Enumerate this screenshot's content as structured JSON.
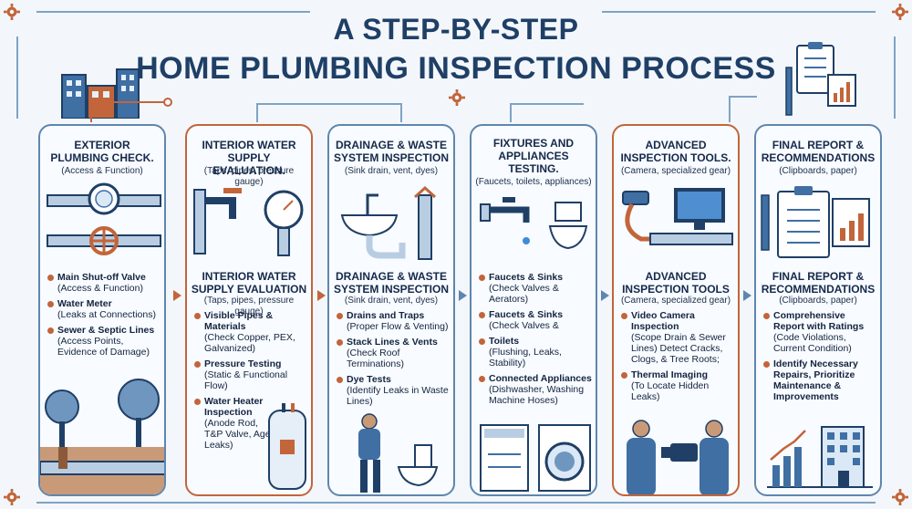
{
  "title": {
    "line1": "A STEP-BY-STEP",
    "line2": "HOME PLUMBING INSPECTION PROCESS"
  },
  "colors": {
    "primary_blue": "#1f3f66",
    "frame_blue": "#5f86ad",
    "accent_orange": "#c2653a",
    "background": "#f3f7fb"
  },
  "steps": [
    {
      "title": "EXTERIOR PLUMBING CHECK.",
      "subtitle": "(Access & Function)",
      "illustration": "water-meter-valve-pipes-icon",
      "border": "blue",
      "items": [
        {
          "name": "Main Shut-off Valve",
          "desc": "(Access & Function)"
        },
        {
          "name": "Water Meter",
          "desc": "(Leaks at Connections)"
        },
        {
          "name": "Sewer & Septic Lines",
          "desc": "(Access Points, Evidence of Damage)"
        }
      ],
      "bottom_illustration": "trees-underground-pipe-icon"
    },
    {
      "title": "INTERIOR WATER SUPPLY EVALUATION.",
      "subtitle": "(Taps, pipes, pressure gauge)",
      "illustration": "tap-pressure-gauge-icon",
      "border": "orange",
      "heading2": "INTERIOR WATER SUPPLY EVALUATION",
      "subtitle2": "(Taps, pipes, pressure gauge)",
      "items": [
        {
          "name": "Visible Pipes & Materials",
          "desc": "(Check Copper, PEX, Galvanized)"
        },
        {
          "name": "Pressure Testing",
          "desc": "(Static & Functional Flow)"
        },
        {
          "name": "Water Heater Inspection",
          "desc": "(Anode Rod, T&P Valve, Age, Leaks)"
        }
      ],
      "bottom_illustration": "water-heater-icon"
    },
    {
      "title": "DRAINAGE & WASTE SYSTEM INSPECTION",
      "subtitle": "(Sink drain, vent, dyes)",
      "illustration": "sink-drain-vent-icon",
      "border": "blue",
      "heading2": "DRAINAGE & WASTE SYSTEM INSPECTION",
      "subtitle2": "(Sink drain, vent, dyes)",
      "items": [
        {
          "name": "Drains and Traps",
          "desc": "(Proper Flow & Venting)"
        },
        {
          "name": "Stack Lines & Vents",
          "desc": "(Check Roof Terminations)"
        },
        {
          "name": "Dye Tests",
          "desc": "(Identify Leaks in Waste Lines)"
        }
      ],
      "bottom_illustration": "plumber-toilet-dye-icon"
    },
    {
      "title": "FIXTURES AND APPLIANCES TESTING.",
      "subtitle": "(Faucets, toilets, appliances)",
      "illustration": "faucet-toilet-icon",
      "border": "blue",
      "items": [
        {
          "name": "Faucets & Sinks",
          "desc": "(Check Valves & Aerators)"
        },
        {
          "name": "Faucets & Sinks",
          "desc": "(Check Valves &"
        },
        {
          "name": "Toilets",
          "desc": "(Flushing, Leaks, Stability)"
        },
        {
          "name": "Connected Appliances",
          "desc": "(Dishwasher, Washing Machine Hoses)"
        }
      ],
      "bottom_illustration": "dishwasher-washing-machine-icon"
    },
    {
      "title": "ADVANCED INSPECTION TOOLS.",
      "subtitle": "(Camera, specialized gear)",
      "illustration": "camera-monitor-icon",
      "border": "orange",
      "heading2": "ADVANCED INSPECTION TOOLS",
      "subtitle2": "(Camera, specialized gear)",
      "items": [
        {
          "name": "Video Camera Inspection",
          "desc": "(Scope Drain & Sewer Lines) Detect Cracks, Clogs, & Tree Roots;"
        },
        {
          "name": "Thermal Imaging",
          "desc": "(To Locate Hidden Leaks)"
        }
      ],
      "bottom_illustration": "inspectors-thermal-camera-icon"
    },
    {
      "title": "FINAL REPORT & RECOMMENDATIONS",
      "subtitle": "(Clipboards, paper)",
      "illustration": "clipboard-report-icon",
      "border": "blue",
      "heading2": "FINAL REPORT & RECOMMENDATIONS",
      "subtitle2": "(Clipboards, paper)",
      "items": [
        {
          "name": "Comprehensive Report with Ratings",
          "desc": "(Code Violations, Current Condition)"
        },
        {
          "name": "Identify Necessary Repairs, Prioritize Maintenance & Improvements",
          "desc": ""
        }
      ],
      "bottom_illustration": "growth-chart-building-icon"
    }
  ]
}
